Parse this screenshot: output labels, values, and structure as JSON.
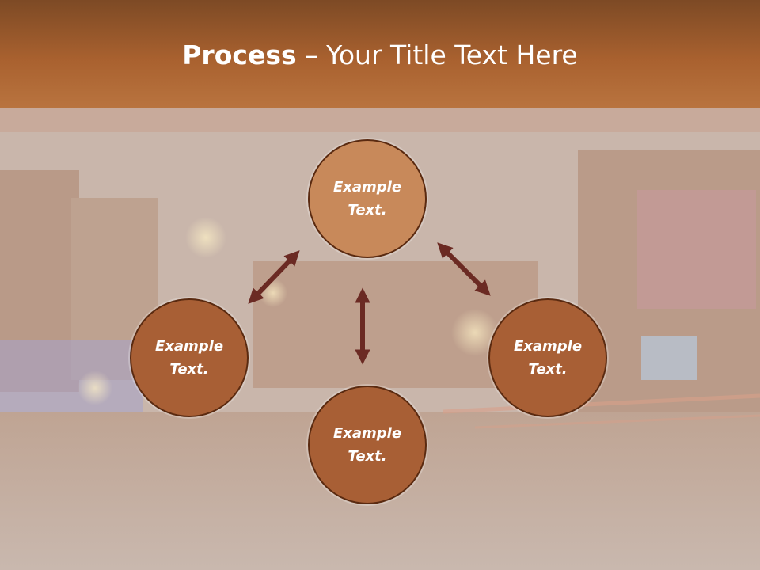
{
  "slide": {
    "title_bold": "Process",
    "title_rest": " – Your Title Text Here"
  },
  "nodes": [
    {
      "label": "Example Text."
    },
    {
      "label": "Example Text."
    },
    {
      "label": "Example Text."
    },
    {
      "label": "Example Text."
    }
  ],
  "colors": {
    "header": "#a9612f",
    "node_top": "#c8895a",
    "node": "#a85f35",
    "arrow": "#6b2a23"
  }
}
